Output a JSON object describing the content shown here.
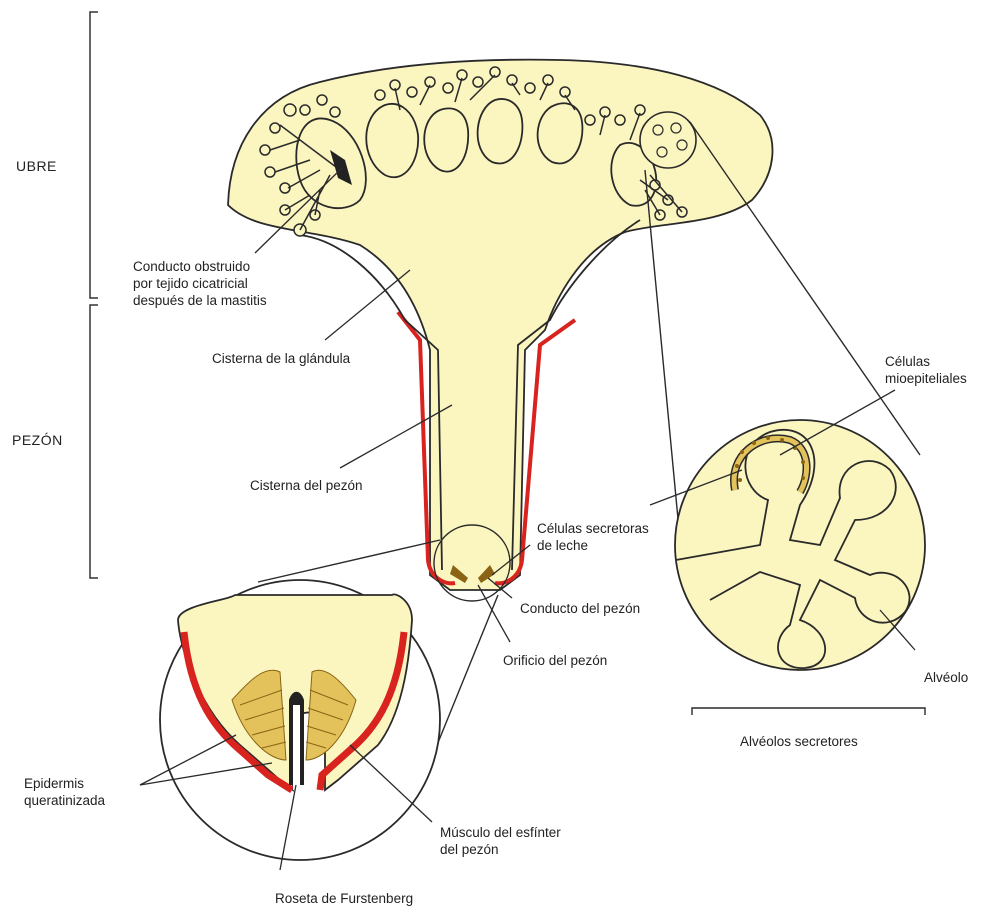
{
  "sections": {
    "udder": "UBRE",
    "teat": "PEZÓN"
  },
  "labels": {
    "blocked_duct": "Conducto obstruido\npor tejido cicatricial\ndespués de la mastitis",
    "gland_cistern": "Cisterna de la glándula",
    "teat_cistern": "Cisterna del pezón",
    "milk_secretory_cells": "Células secretoras\nde leche",
    "myoepithelial_cells": "Células\nmioepiteliales",
    "teat_canal": "Conducto del pezón",
    "teat_orifice": "Orificio del pezón",
    "alveolus": "Alvéolo",
    "secretory_alveoli": "Alvéolos secretores",
    "keratinized_epidermis": "Epidermis\nqueratinizada",
    "sphincter_muscle": "Músculo del esfínter\ndel pezón",
    "furstenberg_rosette": "Roseta de Furstenberg"
  },
  "colors": {
    "tissue_fill": "#FBF5C0",
    "outline": "#2a2a2a",
    "epidermis_red": "#D8231E",
    "muscle_gold": "#E3C25C",
    "muscle_dark": "#8A6414"
  }
}
